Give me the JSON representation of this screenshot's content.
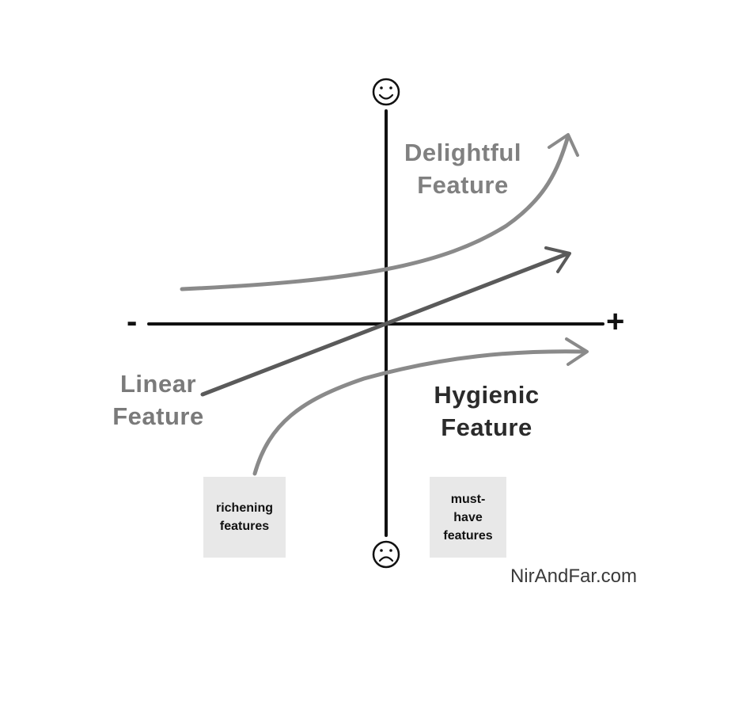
{
  "axes": {
    "negative_sign": "-",
    "positive_sign": "+",
    "top_icon": "smiley-face-icon",
    "bottom_icon": "frowny-face-icon"
  },
  "curves": {
    "delightful": {
      "line1": "Delightful",
      "line2": "Feature",
      "color": "#8a8a8a"
    },
    "linear": {
      "line1": "Linear",
      "line2": "Feature",
      "color": "#5a5a5a"
    },
    "hygienic": {
      "line1": "Hygienic",
      "line2": "Feature",
      "color": "#8a8a8a"
    }
  },
  "notes": {
    "richening": {
      "line1": "richening",
      "line2": "features"
    },
    "must_have": {
      "line1": "must-",
      "line2": "have",
      "line3": "features"
    }
  },
  "brand": {
    "text": "NirAndFar.com"
  },
  "colors": {
    "axis": "#111111",
    "note_background": "#e8e8e8"
  }
}
